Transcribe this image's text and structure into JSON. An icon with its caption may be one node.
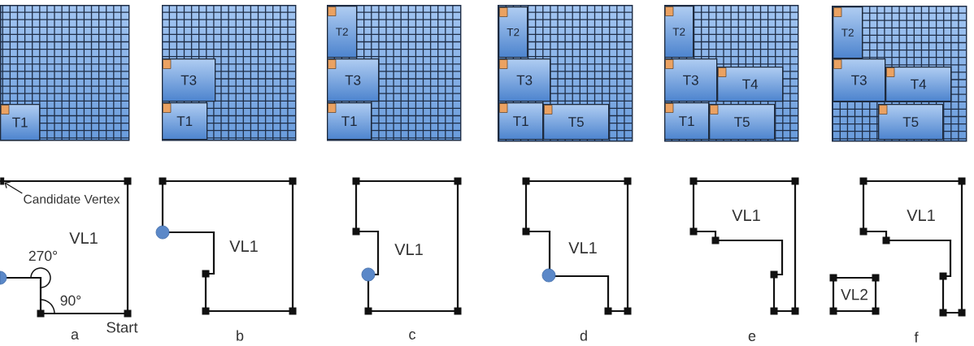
{
  "diagram": {
    "nodes": [
      {
        "text": [],
        "shape": "box"
      },
      {
        "text": [
          "T1"
        ],
        "in": 0
      },
      {
        "text": [],
        "shape": "box"
      },
      {
        "text": [
          "T3"
        ],
        "in": 2
      },
      {
        "text": [
          "T1"
        ],
        "in": 2
      },
      {
        "text": [],
        "shape": "box"
      },
      {
        "text": [
          "T2"
        ],
        "in": 5
      },
      {
        "text": [
          "T3"
        ],
        "in": 5
      },
      {
        "text": [
          "T1"
        ],
        "in": 5
      },
      {
        "text": [],
        "shape": "box"
      },
      {
        "text": [
          "T2"
        ],
        "in": 9
      },
      {
        "text": [
          "T3"
        ],
        "in": 9
      },
      {
        "text": [
          "T1"
        ],
        "in": 9
      },
      {
        "text": [
          "T5"
        ],
        "in": 9
      },
      {
        "text": [],
        "shape": "box"
      },
      {
        "text": [
          "T2"
        ],
        "in": 14
      },
      {
        "text": [
          "T3"
        ],
        "in": 14
      },
      {
        "text": [
          "T4"
        ],
        "in": 14
      },
      {
        "text": [
          "T1"
        ],
        "in": 14
      },
      {
        "text": [
          "T5"
        ],
        "in": 14
      },
      {
        "text": [],
        "shape": "box"
      },
      {
        "text": [
          "T2"
        ],
        "in": 20
      },
      {
        "text": [
          "T3"
        ],
        "in": 20
      },
      {
        "text": [
          "T4"
        ],
        "in": 20
      },
      {
        "text": [
          "T5"
        ],
        "in": 20
      },
      {
        "text": [
          "VL1"
        ]
      },
      {
        "text": [],
        "shape": "box"
      },
      {
        "text": [
          "Candidate Vertex"
        ],
        "in": 25
      },
      {
        "text": [
          "VL1"
        ]
      },
      {
        "text": [
          "VL1"
        ]
      },
      {
        "text": [
          "VL1"
        ]
      },
      {
        "text": [
          "VL1"
        ]
      },
      {
        "text": [
          "VL1"
        ]
      },
      {
        "text": [
          "VL2"
        ]
      }
    ],
    "edges": [
      {
        "from": 27,
        "to": 26,
        "arrow": "to"
      }
    ],
    "labels": [
      "270°",
      "90°",
      "Start",
      "a",
      "b",
      "c",
      "d",
      "e",
      "f"
    ]
  }
}
